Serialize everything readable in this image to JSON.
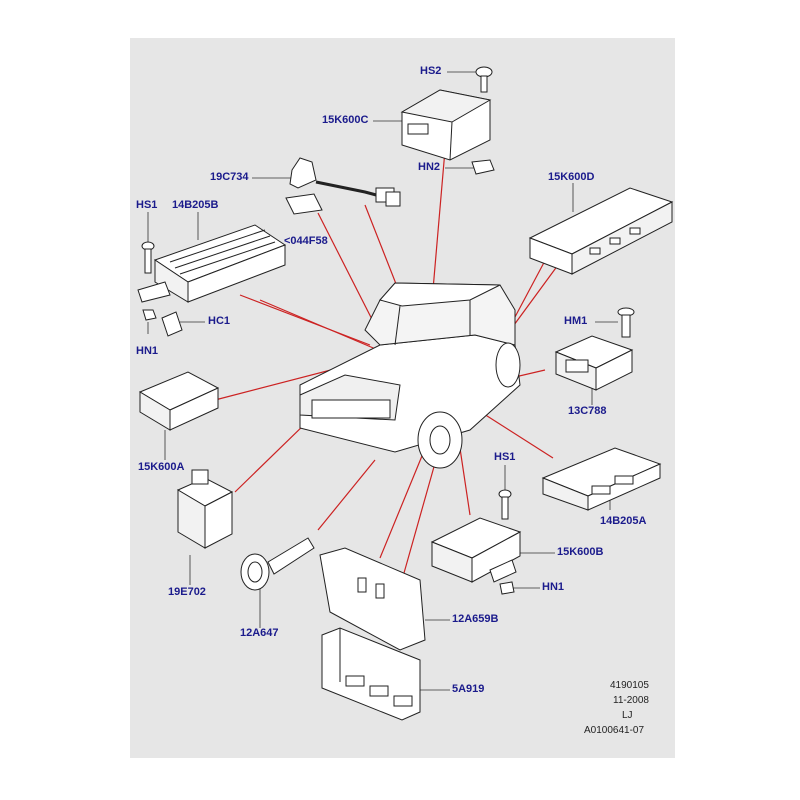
{
  "labels": {
    "hs2_top": "HS2",
    "c15k600c": "15K600C",
    "hn2": "HN2",
    "c19c734": "19C734",
    "c044f58": "<044F58",
    "c15k600d": "15K600D",
    "hs1_left": "HS1",
    "c14b205b": "14B205B",
    "hc1": "HC1",
    "hn1_left": "HN1",
    "hm1": "HM1",
    "c13c788": "13C788",
    "c15k600a": "15K600A",
    "hs1_right": "HS1",
    "c14b205a": "14B205A",
    "c15k600b": "15K600B",
    "hn1_right": "HN1",
    "c19e702": "19E702",
    "c12a647": "12A647",
    "c12a659b": "12A659B",
    "c5a919": "5A919"
  },
  "footer": {
    "ref1": "4190105",
    "date": "11-2008",
    "initials": "LJ",
    "ref2": "A0100641-07"
  },
  "colors": {
    "label_text": "#1b1b8c",
    "callout_lines": "#cc2222",
    "panel_background": "#e6e6e6"
  }
}
